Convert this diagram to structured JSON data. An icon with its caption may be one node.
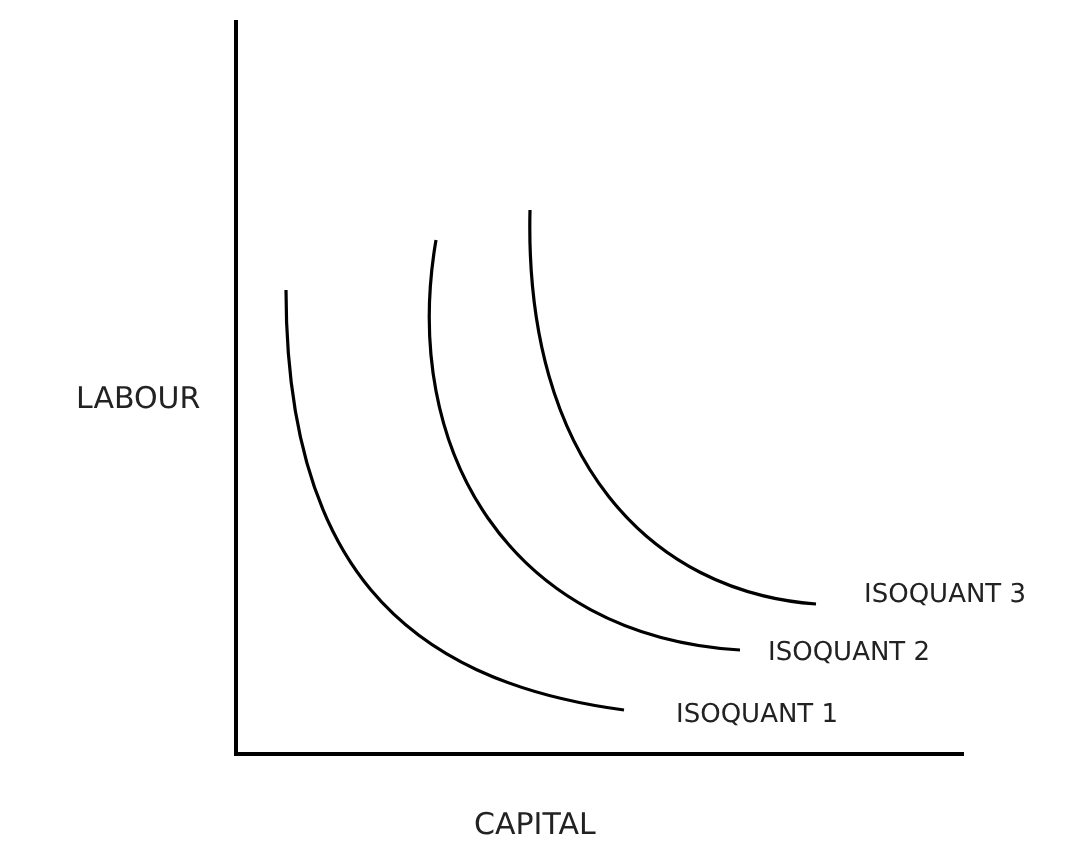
{
  "diagram": {
    "labels": [
      "LABOUR",
      "ISOQUANT 3",
      "ISOQUANT 2",
      "ISOQUANT 1",
      "CAPITAL"
    ]
  }
}
